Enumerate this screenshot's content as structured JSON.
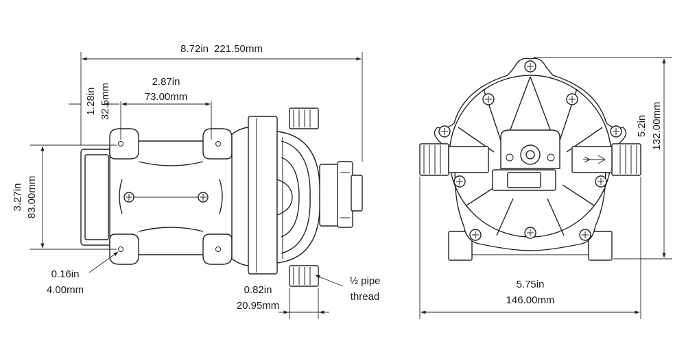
{
  "dimensions": {
    "overall_length": {
      "inches": "8.72in",
      "mm": "221.50mm"
    },
    "mount_spacing_length": {
      "inches": "2.87in",
      "mm": "73.00mm"
    },
    "mount_offset": {
      "inches": "1.28in",
      "mm": "32.5mm"
    },
    "mount_spacing_height": {
      "inches": "3.27in",
      "mm": "83.00mm"
    },
    "mount_hole": {
      "inches": "0.16in",
      "mm": "4.00mm"
    },
    "port_width": {
      "inches": "0.82in",
      "mm": "20.95mm"
    },
    "port_thread": {
      "line1": "½ pipe",
      "line2": "thread"
    },
    "overall_width": {
      "inches": "5.75in",
      "mm": "146.00mm"
    },
    "overall_height": {
      "inches": "5.2in",
      "mm": "132.00mm"
    }
  }
}
